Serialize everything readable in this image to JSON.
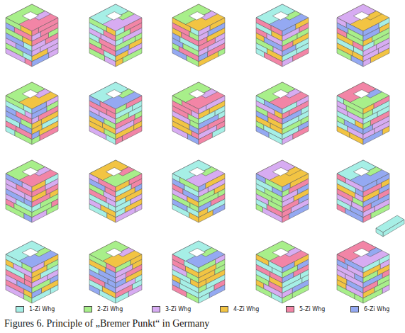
{
  "diagram": {
    "caption": "Figures 6. Principle of „Bremer Punkt“ in Germany",
    "legend": [
      {
        "text": "1-Zi Whg",
        "color": "#a6efe6"
      },
      {
        "text": "2-Zi Whg",
        "color": "#a8ef8a"
      },
      {
        "text": "3-Zi Whg",
        "color": "#d7acf2"
      },
      {
        "text": "4-Zi Whg",
        "color": "#f2c443"
      },
      {
        "text": "5-Zi Whg",
        "color": "#f285a6"
      },
      {
        "text": "6-Zi Whg",
        "color": "#94a9f2"
      }
    ]
  }
}
